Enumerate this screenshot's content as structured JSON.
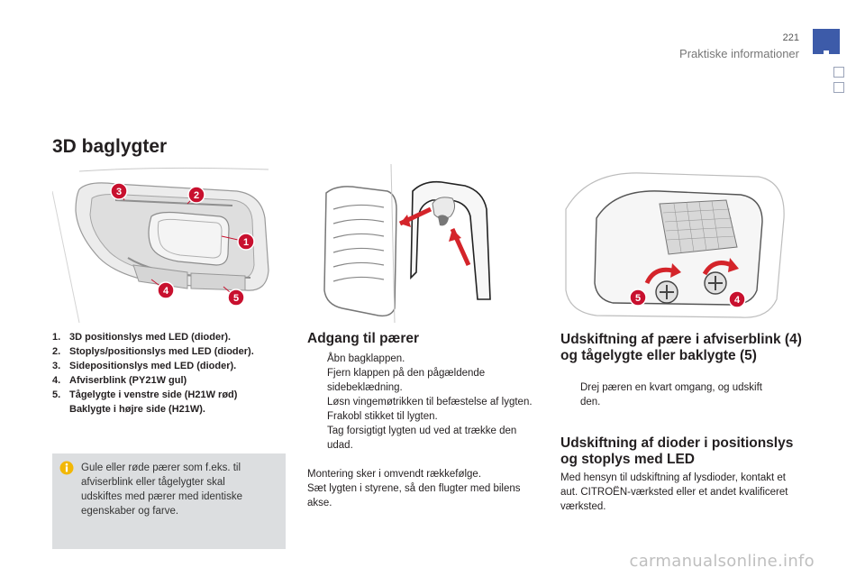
{
  "header": {
    "page_number": "221",
    "section": "Praktiske informationer"
  },
  "main_title": "3D baglygter",
  "parts_list": [
    {
      "num": "1.",
      "text": "3D positionslys med LED (dioder)."
    },
    {
      "num": "2.",
      "text": "Stoplys/positionslys med LED (dioder)."
    },
    {
      "num": "3.",
      "text": "Sidepositionslys med LED (dioder)."
    },
    {
      "num": "4.",
      "text": "Afviserblink (PY21W gul)"
    },
    {
      "num": "5.",
      "text": "Tågelygte i venstre side (H21W rød) Baklygte i højre side (H21W)."
    }
  ],
  "info_box": {
    "icon": "info-icon",
    "text": "Gule eller røde pærer som f.eks. til afviserblink eller tågelygter skal udskiftes med pærer med identiske egenskaber og farve."
  },
  "access": {
    "heading": "Adgang til pærer",
    "steps": [
      "Åbn bagklappen.",
      "Fjern klappen på den pågældende sidebeklædning.",
      "Løsn vingemøtrikken til befæstelse af lygten.",
      "Frakobl stikket til lygten.",
      "Tag forsigtigt lygten ud ved at trække den udad."
    ],
    "note1": "Montering sker i omvendt rækkefølge.",
    "note2": "Sæt lygten i styrene, så den flugter med bilens akse."
  },
  "replace_bulb": {
    "heading": "Udskiftning af pære i afviserblink (4) og tågelygte eller baklygte (5)",
    "steps": [
      "Drej pæren en kvart omgang, og udskift den."
    ]
  },
  "replace_led": {
    "heading": "Udskiftning af dioder i positionslys og stoplys med LED",
    "text": "Med hensyn til udskiftning af lysdioder, kontakt et aut. CITROËN-værksted eller et andet kvalificeret værksted."
  },
  "callouts": {
    "fig1": [
      "1",
      "2",
      "3",
      "4",
      "5"
    ],
    "fig3": [
      "4",
      "5"
    ]
  },
  "bullet_glyph": "",
  "watermark": "carmanualsonline.info",
  "colors": {
    "accent_blue": "#3d5ba9",
    "callout_red": "#c8102e",
    "arrow_red": "#d4242a",
    "info_bg": "#dcdee0"
  }
}
